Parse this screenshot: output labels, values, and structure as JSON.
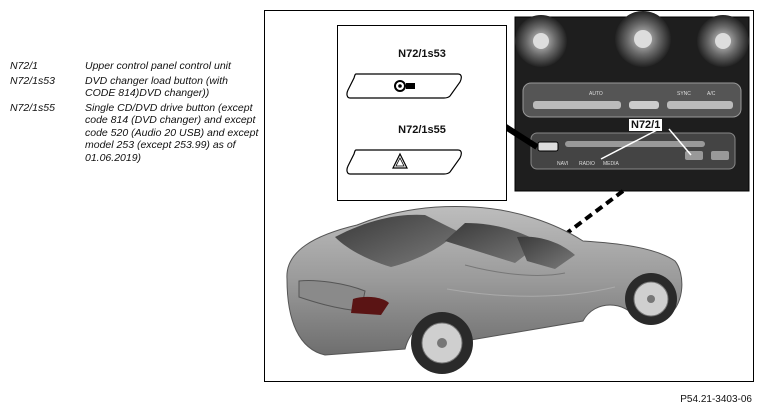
{
  "legend": [
    {
      "code": "N72/1",
      "desc": "Upper control panel control unit"
    },
    {
      "code": "N72/1s53",
      "desc": "DVD changer load button (with CODE 814)DVD changer))"
    },
    {
      "code": "N72/1s55",
      "desc": "Single CD/DVD drive button (except code 814 (DVD changer) and except code 520 (Audio 20 USB) and except model 253 (except 253.99) as of 01.06.2019)"
    }
  ],
  "callouts": {
    "s53": "N72/1s53",
    "s55": "N72/1s55",
    "panel": "N72/1"
  },
  "panel_labels": {
    "nav": "NAVI",
    "radio": "RADIO",
    "media": "MEDIA",
    "auto": "AUTO",
    "sync": "SYNC",
    "ac": "A/C"
  },
  "figure_ref": "P54.21-3403-06"
}
